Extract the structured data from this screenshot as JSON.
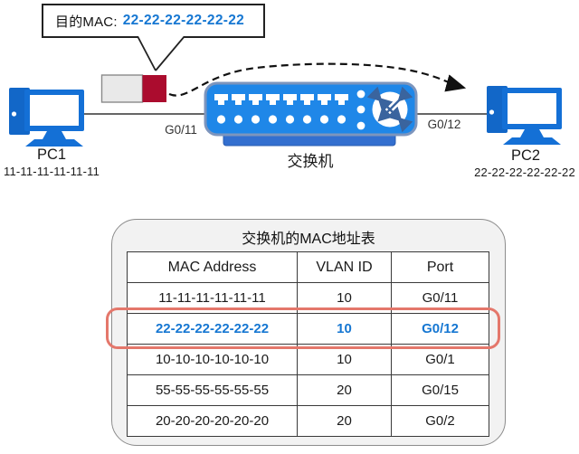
{
  "callout": {
    "label": "目的MAC:",
    "value": "22-22-22-22-22-22"
  },
  "devices": {
    "pc1": {
      "name": "PC1",
      "mac": "11-11-11-11-11-11"
    },
    "pc2": {
      "name": "PC2",
      "mac": "22-22-22-22-22-22"
    },
    "switch": {
      "name": "交换机"
    }
  },
  "port_labels": {
    "left": "G0/11",
    "right": "G0/12"
  },
  "icons": {
    "switch": "switch-crossed-arrows-icon",
    "frame": "ethernet-frame-icon",
    "pc": "desktop-computer-icon"
  },
  "table": {
    "title": "交换机的MAC地址表",
    "headers": [
      "MAC Address",
      "VLAN ID",
      "Port"
    ],
    "rows": [
      {
        "mac": "11-11-11-11-11-11",
        "vlan": "10",
        "port": "G0/11",
        "highlighted": false
      },
      {
        "mac": "22-22-22-22-22-22",
        "vlan": "10",
        "port": "G0/12",
        "highlighted": true
      },
      {
        "mac": "10-10-10-10-10-10",
        "vlan": "10",
        "port": "G0/1",
        "highlighted": false
      },
      {
        "mac": "55-55-55-55-55-55",
        "vlan": "20",
        "port": "G0/15",
        "highlighted": false
      },
      {
        "mac": "20-20-20-20-20-20",
        "vlan": "20",
        "port": "G0/2",
        "highlighted": false
      }
    ]
  },
  "colors": {
    "accent_blue_text": "#1677d2",
    "device_blue": "#1470d6",
    "switch_body": "#1f87e8",
    "switch_border": "#7d95bd",
    "frame_red": "#ab0c2e",
    "highlight_red": "#e4776b",
    "panel_fill": "#f2f2f2"
  }
}
